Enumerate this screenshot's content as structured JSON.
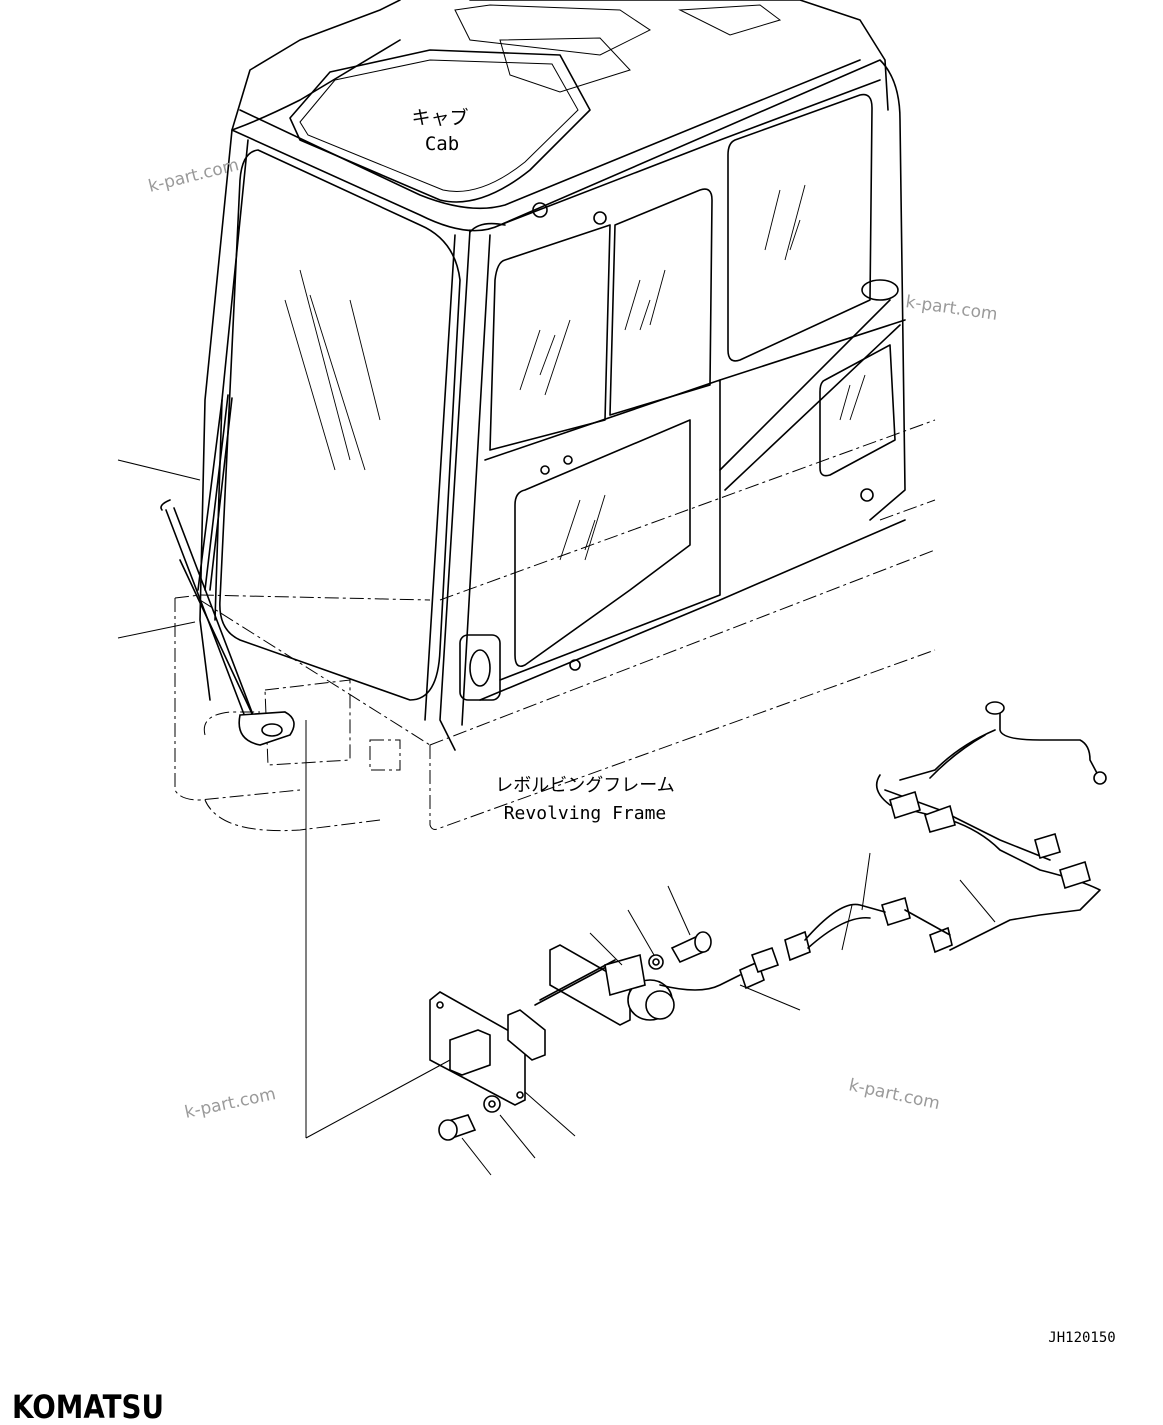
{
  "labels": {
    "cab_jp": "キャブ",
    "cab_en": "Cab",
    "frame_jp": "レボルビングフレーム",
    "frame_en": "Revolving Frame"
  },
  "drawing_code": "JH120150",
  "brand": "KOMATSU",
  "watermarks": [
    "k-part.com",
    "k-part.com",
    "k-part.com",
    "k-part.com"
  ],
  "colors": {
    "line": "#000000",
    "watermark": "#9a9a9a",
    "background": "#ffffff"
  }
}
